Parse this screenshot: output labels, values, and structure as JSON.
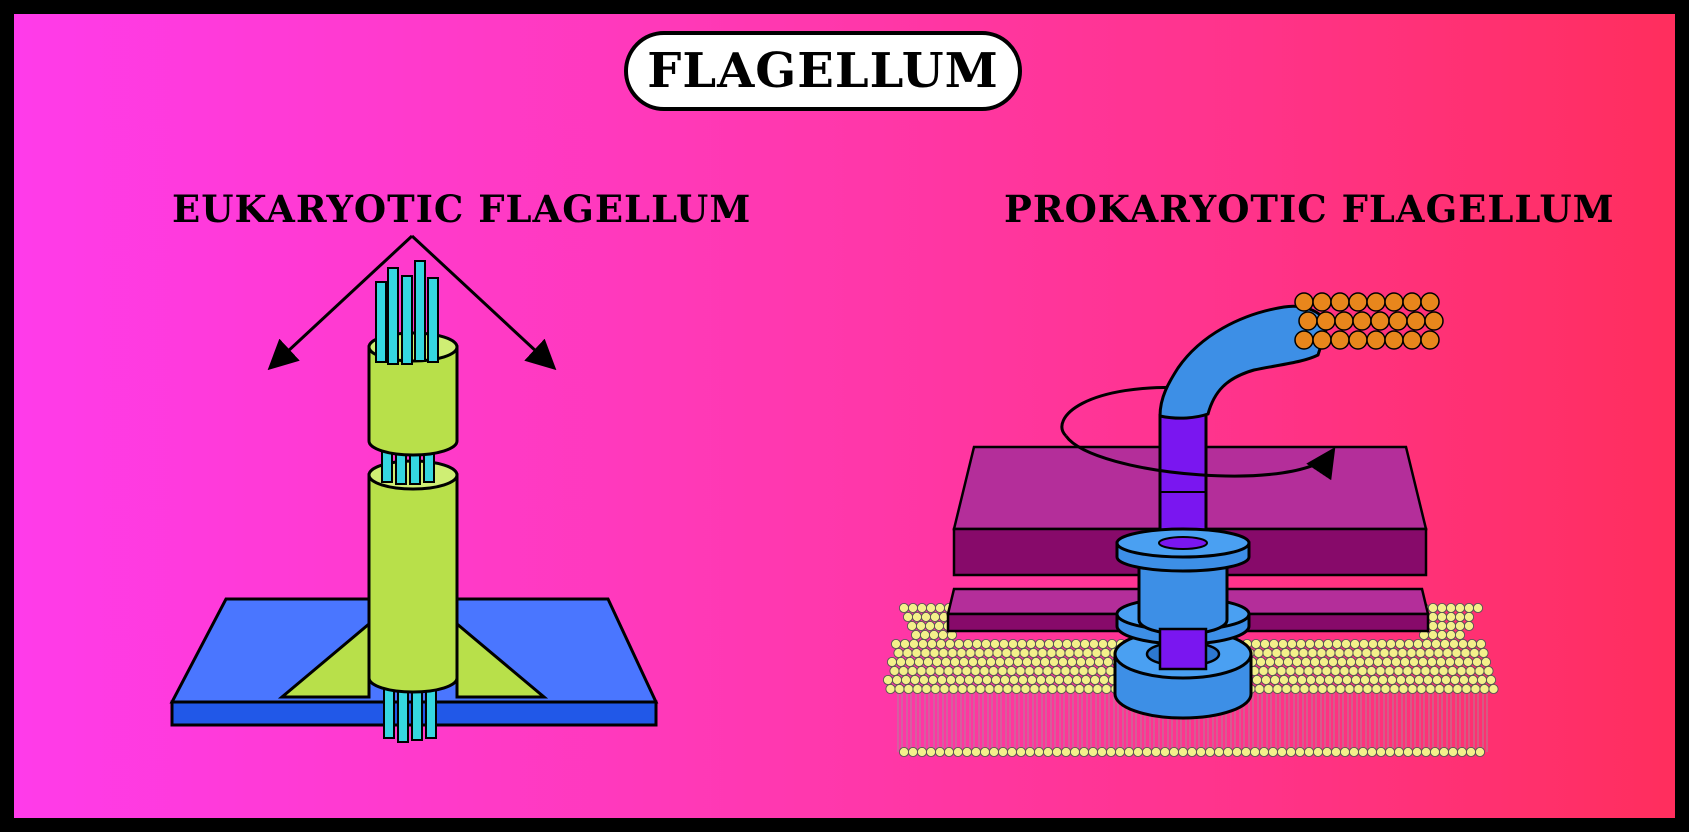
{
  "title": "FLAGELLUM",
  "left_label": "EUKARYOTIC FLAGELLUM",
  "right_label": "PROKARYOTIC FLAGELLUM",
  "colors": {
    "background_left": "#ff3bea",
    "background_right": "#ff2e5d",
    "membrane_blue": "#4a76ff",
    "shaft_green": "#b8e04a",
    "microtubule_cyan": "#35d7e0",
    "hook_blue": "#3d8fe6",
    "rod_violet": "#7a16f0",
    "plate_purple": "#b22e98",
    "filament_orange": "#e8861c",
    "lipid_yellow": "#f4f08a"
  }
}
